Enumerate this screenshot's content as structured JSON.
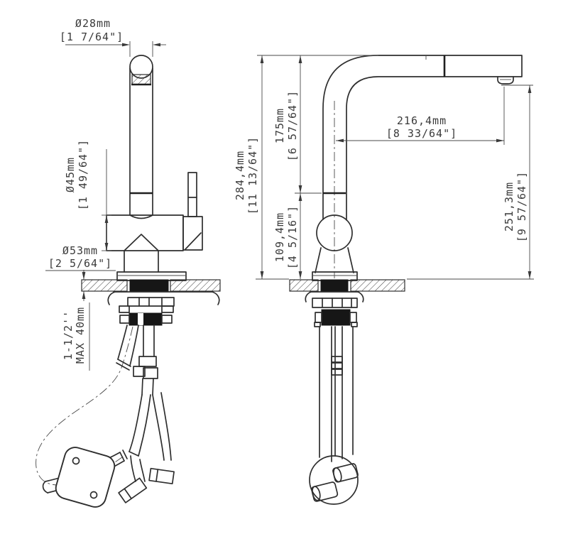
{
  "colors": {
    "background": "#ffffff",
    "line": "#2e2e2e"
  },
  "dimensions": {
    "spout_tip_diameter": {
      "metric": "Ø28mm",
      "imperial": "[1 7/64\"]"
    },
    "body_diameter": {
      "metric": "Ø45mm",
      "imperial": "[1 49/64\"]"
    },
    "base_diameter": {
      "metric": "Ø53mm",
      "imperial": "[2 5/64\"]"
    },
    "counter_thickness": {
      "line1": "1-1/2''",
      "line2": "MAX 40mm"
    },
    "total_height": {
      "metric": "284,4mm",
      "imperial": "[11 13/64\"]"
    },
    "upper_height": {
      "metric": "175mm",
      "imperial": "[6 57/64\"]"
    },
    "lower_height": {
      "metric": "109,4mm",
      "imperial": "[4 5/16\"]"
    },
    "spout_reach": {
      "metric": "216,4mm",
      "imperial": "[8 33/64\"]"
    },
    "outlet_height": {
      "metric": "251,3mm",
      "imperial": "[9 57/64\"]"
    }
  }
}
